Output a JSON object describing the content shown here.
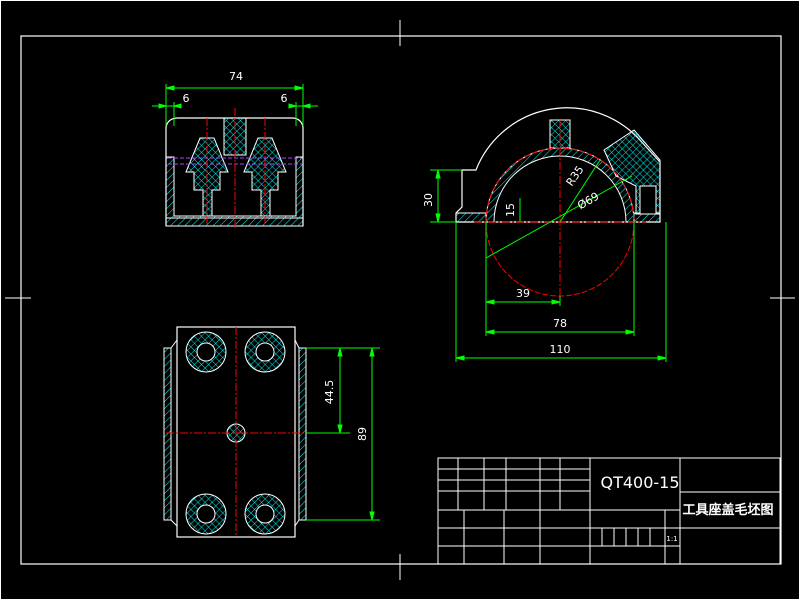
{
  "colors": {
    "background": "#000000",
    "frame": "#ffffff",
    "dimension": "#00ff00",
    "outline": "#ffffff",
    "centerline": "#ff0000",
    "hatch": "#00ffff",
    "hidden": "#aa44ff",
    "text": "#ffffff"
  },
  "top_view": {
    "dim_overall": "74",
    "dim_left": "6",
    "dim_right": "6"
  },
  "front_view": {
    "dim_height": "30",
    "dim_offset": "15",
    "dim_radius": "R35",
    "dim_diameter": "Ø69",
    "dim_half": "39",
    "dim_bore": "78",
    "dim_overall": "110"
  },
  "plan_view": {
    "dim_inner": "44.5",
    "dim_overall": "89"
  },
  "title_block": {
    "material": "QT400-15",
    "drawing_title": "工具座盖毛坯图",
    "sheet_no": "1:1"
  }
}
